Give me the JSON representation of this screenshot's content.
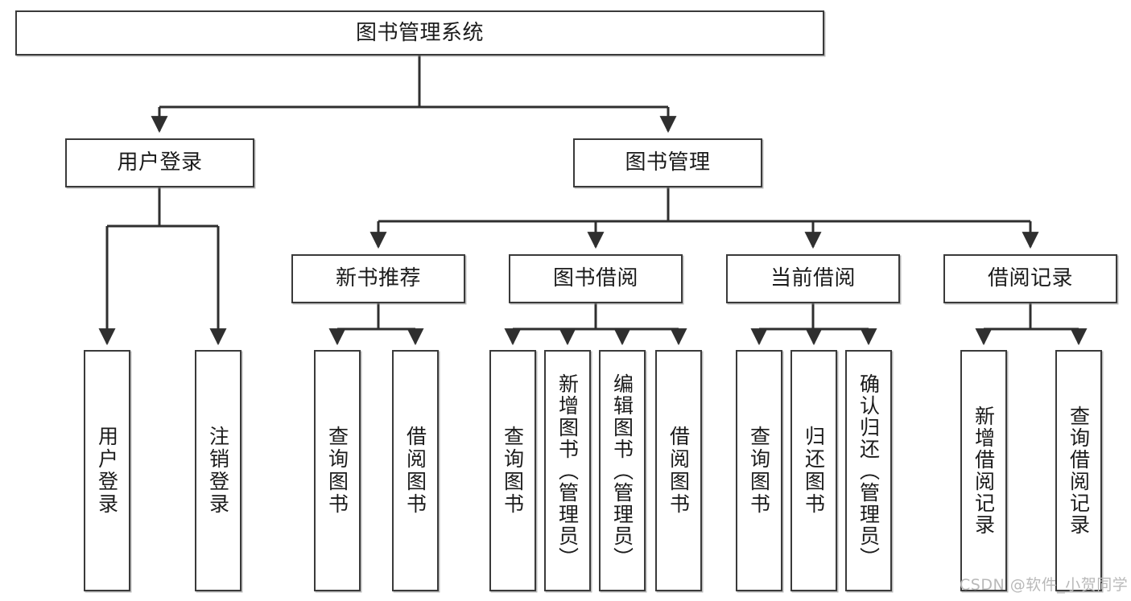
{
  "diagram": {
    "title": "图书管理系统",
    "type": "tree-hierarchy-chart",
    "root": {
      "id": "root",
      "label": "图书管理系统"
    },
    "level2": [
      {
        "id": "user-login",
        "label": "用户登录"
      },
      {
        "id": "book-manage",
        "label": "图书管理"
      }
    ],
    "level3": [
      {
        "id": "new-book-rec",
        "label": "新书推荐",
        "parent": "book-manage"
      },
      {
        "id": "book-borrow",
        "label": "图书借阅",
        "parent": "book-manage"
      },
      {
        "id": "current-borrow",
        "label": "当前借阅",
        "parent": "book-manage"
      },
      {
        "id": "borrow-record",
        "label": "借阅记录",
        "parent": "book-manage"
      }
    ],
    "leaves": [
      {
        "id": "leaf-user-login",
        "label": "用户登录",
        "parent": "user-login"
      },
      {
        "id": "leaf-logout",
        "label": "注销登录",
        "parent": "user-login"
      },
      {
        "id": "leaf-query-book-1",
        "label": "查询图书",
        "parent": "new-book-rec"
      },
      {
        "id": "leaf-borrow-book-1",
        "label": "借阅图书",
        "parent": "new-book-rec"
      },
      {
        "id": "leaf-query-book-2",
        "label": "查询图书",
        "parent": "book-borrow"
      },
      {
        "id": "leaf-add-book",
        "label": "新增图书（管理员）",
        "parent": "book-borrow"
      },
      {
        "id": "leaf-edit-book",
        "label": "编辑图书（管理员）",
        "parent": "book-borrow"
      },
      {
        "id": "leaf-borrow-book-2",
        "label": "借阅图书",
        "parent": "book-borrow"
      },
      {
        "id": "leaf-query-book-3",
        "label": "查询图书",
        "parent": "current-borrow"
      },
      {
        "id": "leaf-return-book",
        "label": "归还图书",
        "parent": "current-borrow"
      },
      {
        "id": "leaf-confirm-return",
        "label": "确认归还（管理员）",
        "parent": "current-borrow"
      },
      {
        "id": "leaf-add-record",
        "label": "新增借阅记录",
        "parent": "borrow-record"
      },
      {
        "id": "leaf-query-record",
        "label": "查询借阅记录",
        "parent": "borrow-record"
      }
    ],
    "watermark": "CSDN @软件_小贺同学",
    "colors": {
      "background": "#ffffff",
      "node_border": "#3a3a3a",
      "node_fill": "#ffffff",
      "edge": "#2f2f2f",
      "text": "#1b1b1b",
      "watermark": "#b9b9b9"
    }
  }
}
